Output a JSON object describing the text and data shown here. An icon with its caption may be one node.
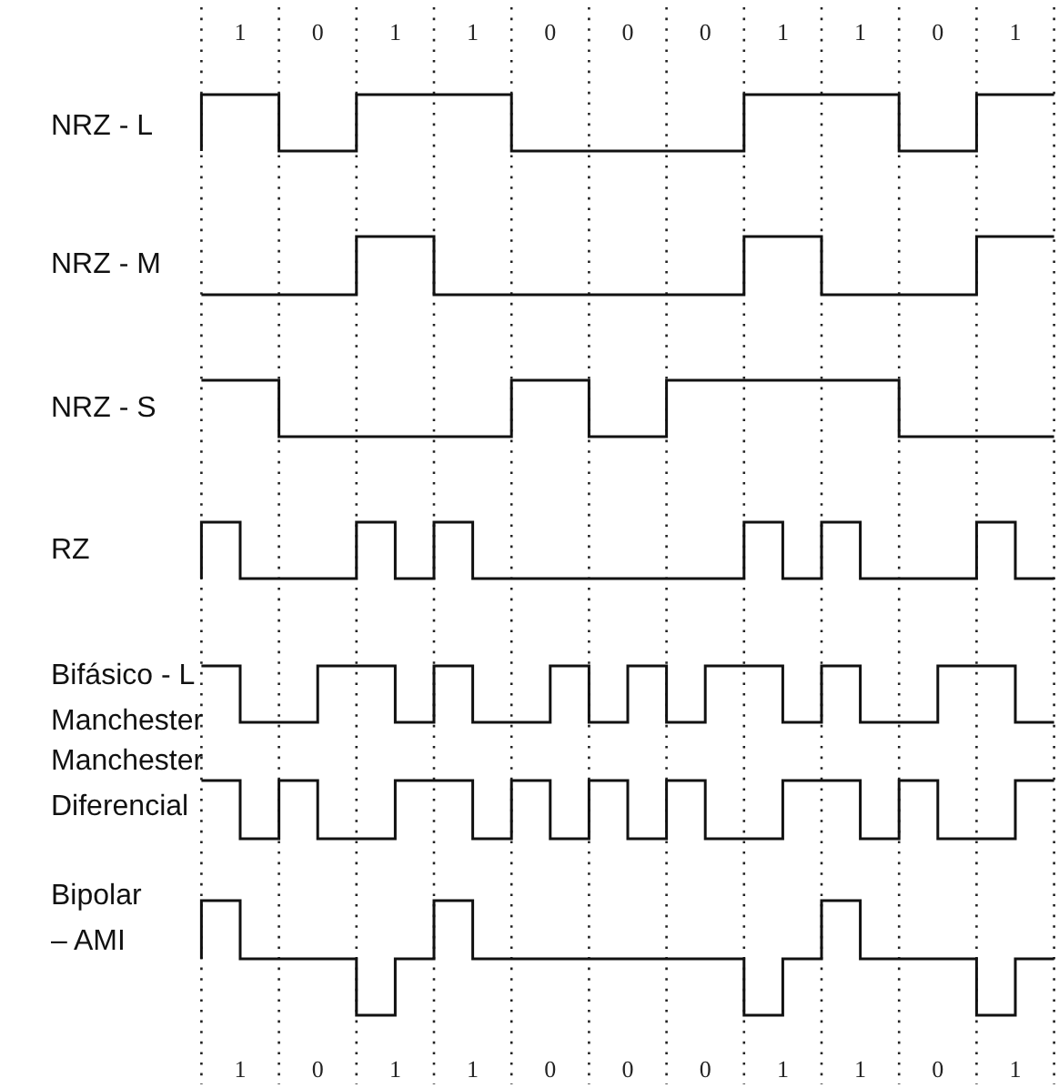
{
  "diagram": {
    "labels": [
      "1",
      "0",
      "1",
      "1",
      "0",
      "0",
      "0",
      "1",
      "1",
      "0",
      "1",
      "NRZ - L",
      "NRZ - M",
      "NRZ - S",
      "RZ",
      "Bifásico - L Manchester",
      "Manchester Diferencial",
      "Bipolar – AMI",
      "1",
      "0",
      "1",
      "1",
      "0",
      "0",
      "0",
      "1",
      "1",
      "0",
      "1"
    ]
  }
}
